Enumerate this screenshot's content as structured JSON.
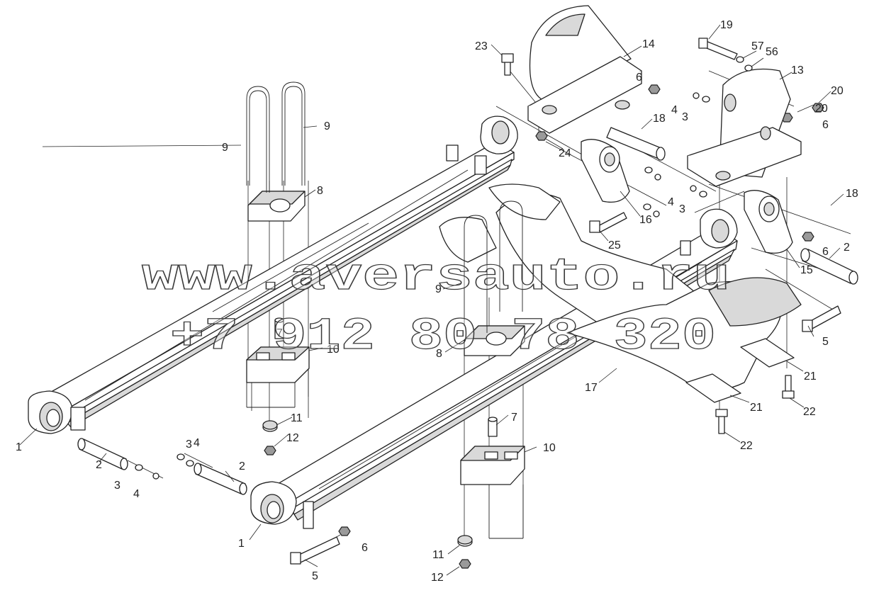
{
  "watermark": {
    "line1": "www.aversauto.ru",
    "line2": "+7 912 80 78 320"
  },
  "callouts": [
    {
      "text": "1"
    },
    {
      "text": "1"
    },
    {
      "text": "2"
    },
    {
      "text": "2"
    },
    {
      "text": "2"
    },
    {
      "text": "3"
    },
    {
      "text": "3"
    },
    {
      "text": "3"
    },
    {
      "text": "3"
    },
    {
      "text": "4"
    },
    {
      "text": "4"
    },
    {
      "text": "4"
    },
    {
      "text": "4"
    },
    {
      "text": "5"
    },
    {
      "text": "5"
    },
    {
      "text": "6"
    },
    {
      "text": "6"
    },
    {
      "text": "6"
    },
    {
      "text": "6"
    },
    {
      "text": "7"
    },
    {
      "text": "7"
    },
    {
      "text": "8"
    },
    {
      "text": "8"
    },
    {
      "text": "9"
    },
    {
      "text": "9"
    },
    {
      "text": "9"
    },
    {
      "text": "10"
    },
    {
      "text": "10"
    },
    {
      "text": "11"
    },
    {
      "text": "11"
    },
    {
      "text": "12"
    },
    {
      "text": "12"
    },
    {
      "text": "13"
    },
    {
      "text": "14"
    },
    {
      "text": "15"
    },
    {
      "text": "16"
    },
    {
      "text": "17"
    },
    {
      "text": "18"
    },
    {
      "text": "18"
    },
    {
      "text": "19"
    },
    {
      "text": "20"
    },
    {
      "text": "20"
    },
    {
      "text": "21"
    },
    {
      "text": "21"
    },
    {
      "text": "22"
    },
    {
      "text": "22"
    },
    {
      "text": "23"
    },
    {
      "text": "24"
    },
    {
      "text": "25"
    },
    {
      "text": "56"
    },
    {
      "text": "57"
    }
  ]
}
